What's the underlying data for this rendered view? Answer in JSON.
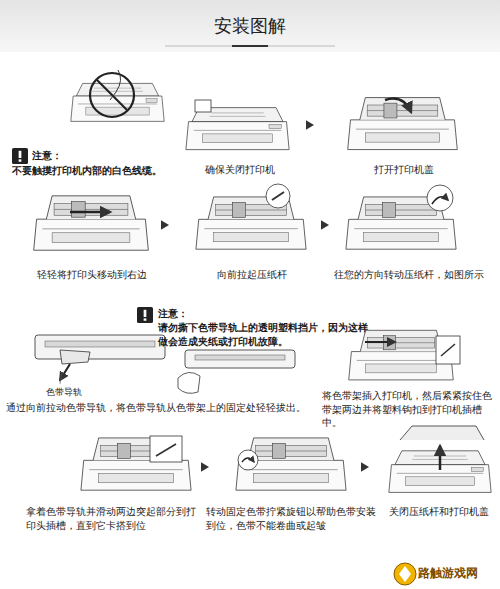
{
  "diagram": {
    "title": "安装图解",
    "labels": [
      "注意：",
      "不要触摸打印机内部的白色线缆。",
      "确保关闭打印机",
      "打开打印机盖",
      "轻轻将打印头移动到右边",
      "向前拉起压纸杆",
      "往您的方向转动压纸杆，如图所示",
      "注意：",
      "请勿撕下色带导轨上的透明塑料挡片，因为这样做会造成夹纸或打印机故障。",
      "色带导轨",
      "通过向前拉动色带导轨，将色带导轨从色带架上的固定处轻轻拔出。",
      "将色带架插入打印机，然后紧紧按住色带架两边并将塑料钩扣到打印机插槽中。",
      "拿着色带导轨并滑动两边突起部分到打印头插槽，直到它卡搭到位",
      "转动固定色带拧紧旋钮以帮助色带安装到位，色带不能卷曲或起皱",
      "关闭压纸杆和打印机盖",
      "路触游戏网"
    ]
  }
}
